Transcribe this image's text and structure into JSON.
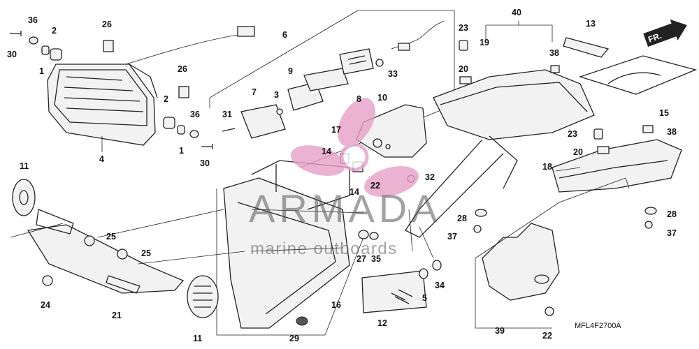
{
  "diagram": {
    "drawing_code": "MFL4F2700A",
    "direction_marker": "FR.",
    "watermark": {
      "brand": "ARMADA",
      "tagline": "marine outboards",
      "logo": "propeller-logo",
      "logo_color": "#e8a0c8"
    },
    "callouts": {
      "c1a": "1",
      "c1b": "1",
      "c2a": "2",
      "c2b": "2",
      "c3": "3",
      "c4": "4",
      "c5": "5",
      "c6": "6",
      "c7": "7",
      "c8": "8",
      "c9": "9",
      "c10": "10",
      "c11a": "11",
      "c11b": "11",
      "c12": "12",
      "c13": "13",
      "c14a": "14",
      "c14b": "14",
      "c15": "15",
      "c16": "16",
      "c17": "17",
      "c18": "18",
      "c19": "19",
      "c20a": "20",
      "c20b": "20",
      "c21": "21",
      "c22a": "22",
      "c22b": "22",
      "c23a": "23",
      "c23b": "23",
      "c24": "24",
      "c25a": "25",
      "c25b": "25",
      "c26a": "26",
      "c26b": "26",
      "c27": "27",
      "c28a": "28",
      "c28b": "28",
      "c29": "29",
      "c30a": "30",
      "c30b": "30",
      "c31": "31",
      "c32": "32",
      "c33": "33",
      "c34": "34",
      "c35": "35",
      "c36a": "36",
      "c36b": "36",
      "c37a": "37",
      "c37b": "37",
      "c38a": "38",
      "c38b": "38",
      "c39": "39",
      "c40": "40"
    }
  }
}
